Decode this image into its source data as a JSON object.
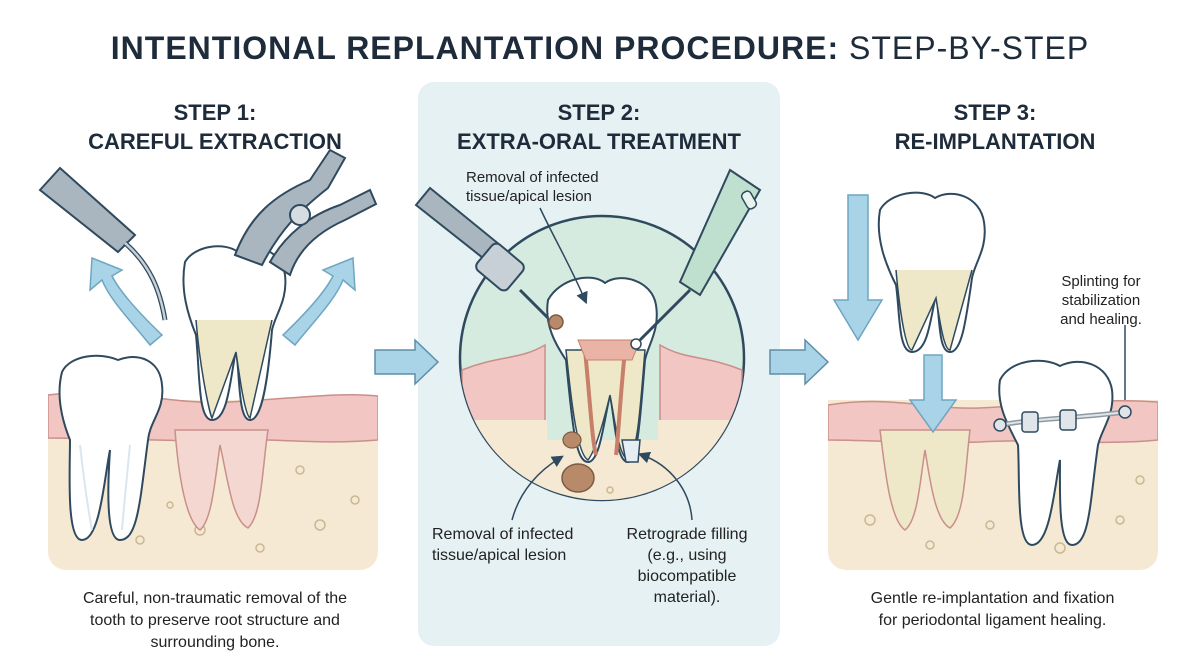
{
  "title": {
    "bold": "INTENTIONAL REPLANTATION PROCEDURE:",
    "light": "STEP-BY-STEP"
  },
  "steps": [
    {
      "label": "STEP 1:",
      "name": "CAREFUL EXTRACTION",
      "caption_lines": [
        "Careful, non-traumatic removal of the",
        "tooth to preserve root structure and",
        "surrounding bone."
      ]
    },
    {
      "label": "STEP 2:",
      "name": "EXTRA-ORAL TREATMENT",
      "annotations": {
        "top": [
          "Removal of infected",
          "tissue/apical lesion"
        ],
        "bottom_left": [
          "Removal of infected",
          "tissue/apical lesion"
        ],
        "bottom_right": [
          "Retrograde filling",
          "(e.g., using",
          "biocompatible",
          "material)."
        ]
      }
    },
    {
      "label": "STEP 3:",
      "name": "RE-IMPLANTATION",
      "annotations": {
        "splint": [
          "Splinting for",
          "stabilization",
          "and healing."
        ]
      },
      "caption_lines": [
        "Gentle re-implantation and fixation",
        "for periodontal ligament healing."
      ]
    }
  ],
  "colors": {
    "heading": "#1e2b3a",
    "panel_highlight": "#e6f1f3",
    "gum": "#f2c6c2",
    "bone": "#f5e9d3",
    "enamel": "#ffffff",
    "root": "#efe8c8",
    "arrow": "#a9d3e6",
    "instrument": "#9aa7b0",
    "handpiece": "#bfe0cf",
    "lesion": "#b98a6a"
  },
  "icons": [
    "extraction-forceps-icon",
    "dental-elevator-icon",
    "dental-handpiece-icon",
    "retrograde-filler-icon",
    "splint-wire-icon"
  ]
}
